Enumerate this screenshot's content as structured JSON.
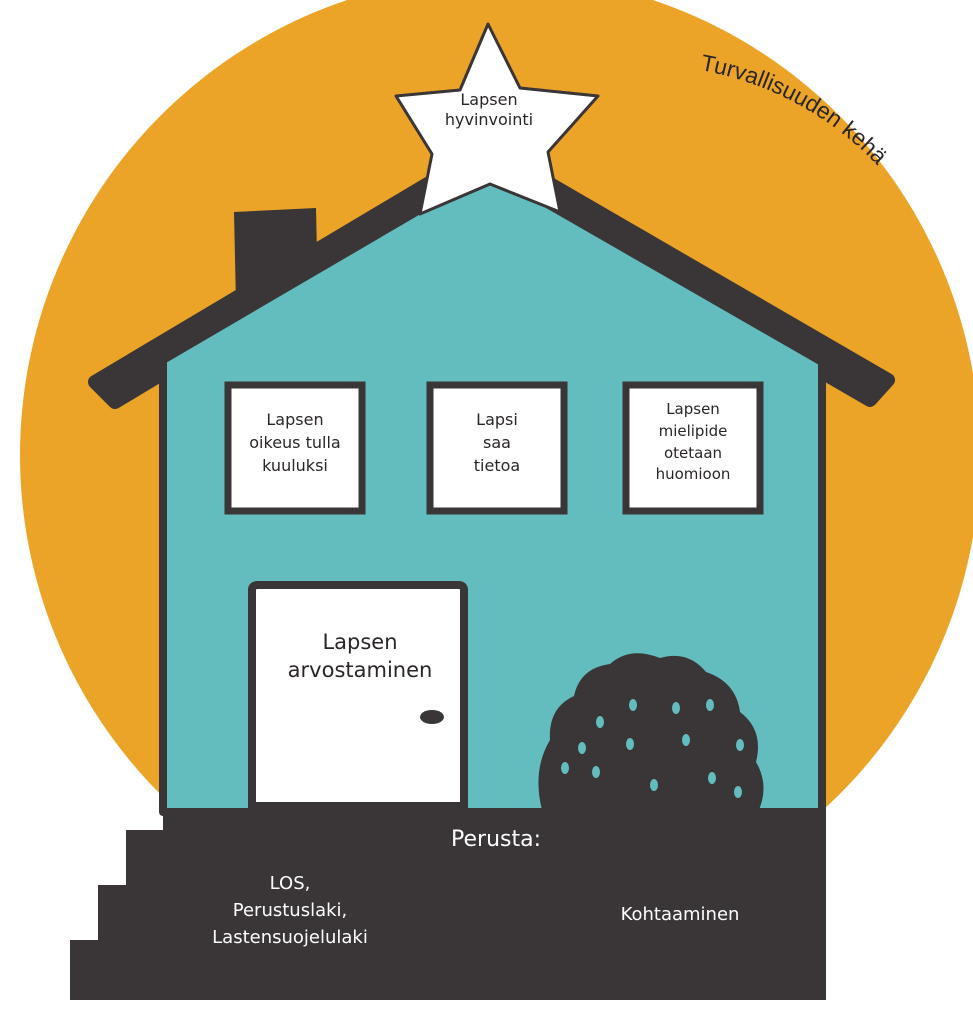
{
  "colors": {
    "background": "#ffffff",
    "sun": "#eba427",
    "house_wall": "#63bdbe",
    "roof_and_foundation": "#3a3536",
    "window_fill": "#ffffff",
    "dots": "#63bdbe"
  },
  "icons": {
    "star": "star-icon",
    "bush": "bush-icon",
    "chimney": "chimney-icon"
  },
  "star": {
    "line1": "Lapsen",
    "line2": "hyvinvointi"
  },
  "circle_label": "Turvallisuuden kehä",
  "windows": [
    {
      "lines": [
        "Lapsen",
        "oikeus tulla",
        "kuuluksi"
      ]
    },
    {
      "lines": [
        "Lapsi",
        "saa",
        "tietoa"
      ]
    },
    {
      "lines": [
        "Lapsen",
        "mielipide",
        "otetaan",
        "huomioon"
      ]
    }
  ],
  "door": {
    "line1": "Lapsen",
    "line2": "arvostaminen"
  },
  "foundation": {
    "title": "Perusta:",
    "left_lines": [
      "LOS,",
      "Perustuslaki,",
      "Lastensuojelulaki"
    ],
    "right": "Kohtaaminen"
  }
}
